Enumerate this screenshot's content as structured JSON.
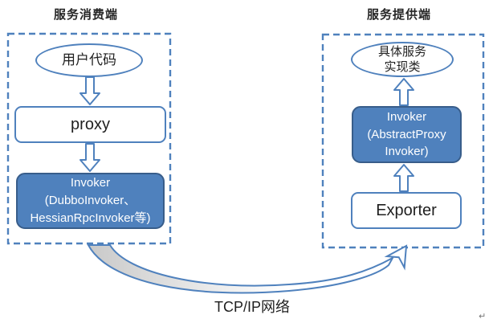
{
  "diagram": {
    "consumer": {
      "title": "服务消费端",
      "user_code": "用户代码",
      "proxy_label": "proxy",
      "invoker_lines": [
        "Invoker",
        "(DubboInvoker、",
        "HessianRpcInvoker等)"
      ]
    },
    "provider": {
      "title": "服务提供端",
      "service_impl_lines": [
        "具体服务",
        "实现类"
      ],
      "invoker_lines": [
        "Invoker",
        "(AbstractProxy",
        "Invoker)"
      ],
      "exporter_label": "Exporter"
    },
    "network_label": "TCP/IP网络",
    "return_mark": "↵",
    "colors": {
      "accent": "#4F81BD",
      "accent_dark": "#385D8A",
      "ribbon_gray": "#C9C9C9"
    }
  }
}
